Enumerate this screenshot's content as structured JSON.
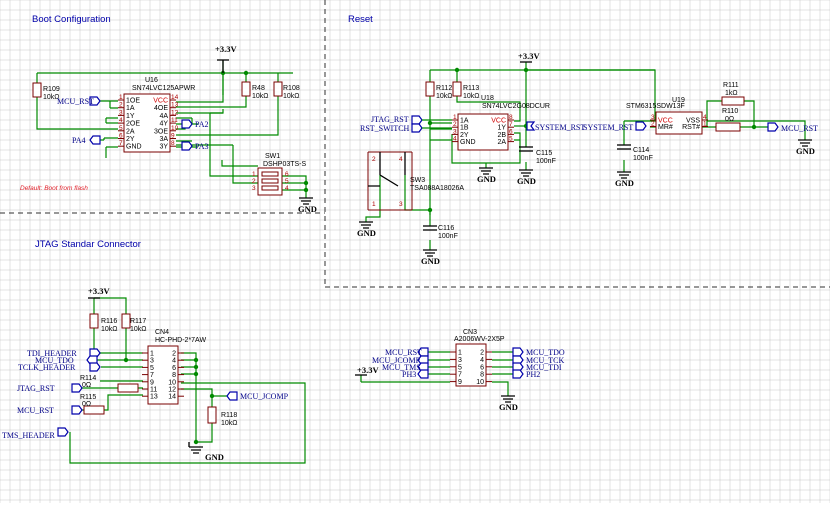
{
  "sections": {
    "boot": "Boot Configuration",
    "reset": "Reset",
    "jtag": "JTAG Standar Connector"
  },
  "note": "Default: Boot from flash",
  "symbols": {
    "vcc": "+3.3V",
    "gnd": "GND"
  },
  "components": {
    "u16": {
      "ref": "U16",
      "part": "SN74LVC125APWR",
      "left": [
        "1OE",
        "1A",
        "1Y",
        "2OE",
        "2A",
        "2Y",
        "GND"
      ],
      "left_nums": [
        "1",
        "2",
        "3",
        "4",
        "5",
        "6",
        "7"
      ],
      "right": [
        "VCC",
        "4OE",
        "4A",
        "4Y",
        "3OE",
        "3A",
        "3Y"
      ],
      "right_nums": [
        "14",
        "13",
        "12",
        "11",
        "10",
        "9",
        "8"
      ]
    },
    "r109": {
      "ref": "R109",
      "value": "10kΩ"
    },
    "r48": {
      "ref": "R48",
      "value": "10kΩ"
    },
    "r108": {
      "ref": "R108",
      "value": "10kΩ"
    },
    "sw1": {
      "ref": "SW1",
      "part": "DSHP03TS-S",
      "pins": [
        "1",
        "2",
        "3",
        "6",
        "5",
        "4"
      ]
    },
    "r112": {
      "ref": "R112",
      "value": "10kΩ"
    },
    "r113": {
      "ref": "R113",
      "value": "10kΩ"
    },
    "u18": {
      "ref": "U18",
      "part": "SN74LVC2G08DCUR",
      "left": [
        "1A",
        "1B",
        "2Y",
        "GND"
      ],
      "left_nums": [
        "1",
        "2",
        "3",
        "4"
      ],
      "right": [
        "VCC",
        "1Y",
        "2B",
        "2A"
      ],
      "right_nums": [
        "8",
        "7",
        "6",
        "5"
      ]
    },
    "c115": {
      "ref": "C115",
      "value": "100nF"
    },
    "sw3": {
      "ref": "SW3",
      "part": "TSA088A18026A",
      "pins": [
        "2",
        "4",
        "1",
        "3"
      ]
    },
    "c116": {
      "ref": "C116",
      "value": "100nF"
    },
    "u19": {
      "ref": "U19",
      "part": "STM6315SDW13F",
      "left": [
        "VCC",
        "MR#"
      ],
      "left_nums": [
        "3",
        "2"
      ],
      "right": [
        "VSS",
        "RST#"
      ],
      "right_nums": [
        "4",
        "1"
      ]
    },
    "c114": {
      "ref": "C114",
      "value": "100nF"
    },
    "r111": {
      "ref": "R111",
      "value": "1kΩ"
    },
    "r110": {
      "ref": "R110",
      "value": "0Ω"
    },
    "r116": {
      "ref": "R116",
      "value": "10kΩ"
    },
    "r117": {
      "ref": "R117",
      "value": "10kΩ"
    },
    "cn4": {
      "ref": "CN4",
      "part": "HC-PHD-2*7AW",
      "left": [
        "1",
        "3",
        "5",
        "7",
        "9",
        "11",
        "13"
      ],
      "right": [
        "2",
        "4",
        "6",
        "8",
        "10",
        "12",
        "14"
      ]
    },
    "r114": {
      "ref": "R114",
      "value": "0Ω"
    },
    "r115": {
      "ref": "R115",
      "value": "0Ω"
    },
    "r118": {
      "ref": "R118",
      "value": "10kΩ"
    },
    "cn3": {
      "ref": "CN3",
      "part": "A2006WV-2X5P",
      "left": [
        "1",
        "3",
        "5",
        "7",
        "9"
      ],
      "right": [
        "2",
        "4",
        "6",
        "8",
        "10"
      ]
    }
  },
  "nets": {
    "mcu_rst": "MCU_RST",
    "pa4": "PA4",
    "pa2": "PA2",
    "pa3": "PA3",
    "jtag_rst": "JTAG_RST",
    "rst_switch": "RST_SWITCH",
    "system_rst": "SYSTEM_RST",
    "tdi_header": "TDI_HEADER",
    "mcu_tdo": "MCU_TDO",
    "tclk_header": "TCLK_HEADER",
    "mcu_jcomp": "MCU_JCOMP",
    "tms_header": "TMS_HEADER",
    "mcu_tms": "MCU_TMS",
    "ph3": "PH3",
    "mcu_tck": "MCU_TCK",
    "mcu_tdi": "MCU_TDI",
    "ph2": "PH2"
  }
}
